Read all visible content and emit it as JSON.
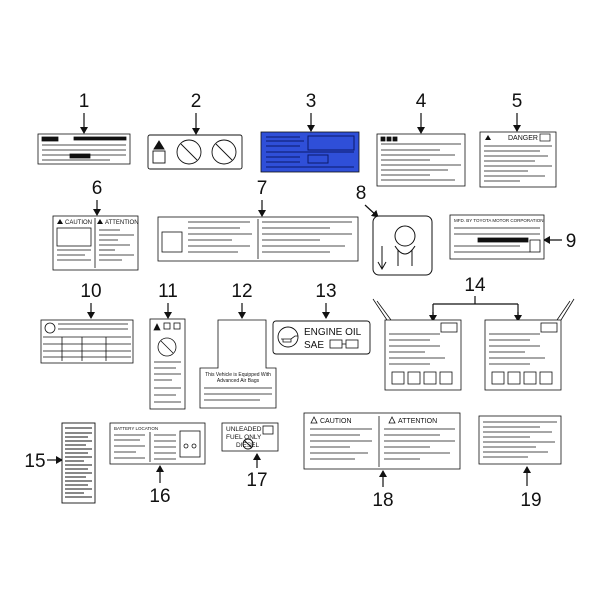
{
  "callouts": [
    "1",
    "2",
    "3",
    "4",
    "5",
    "6",
    "7",
    "8",
    "9",
    "10",
    "11",
    "12",
    "13",
    "14",
    "15",
    "16",
    "17",
    "18",
    "19"
  ],
  "label_text": {
    "danger": "DANGER",
    "caution": "CAUTION",
    "attention": "ATTENTION",
    "engine_oil": "ENGINE OIL",
    "sae": "SAE",
    "mfd": "MFD. BY TOYOTA MOTOR CORPORATION",
    "airbag_line1": "This Vehicle is Equipped With",
    "airbag_line2": "Advanced Air Bags",
    "unleaded_line1": "UNLEADED",
    "unleaded_line2": "FUEL ONLY",
    "unleaded_line3": "DIESEL",
    "battery": "BATTERY LOCATION"
  },
  "colors": {
    "label3_fill": "#2f4fd8",
    "ink": "#111111"
  }
}
